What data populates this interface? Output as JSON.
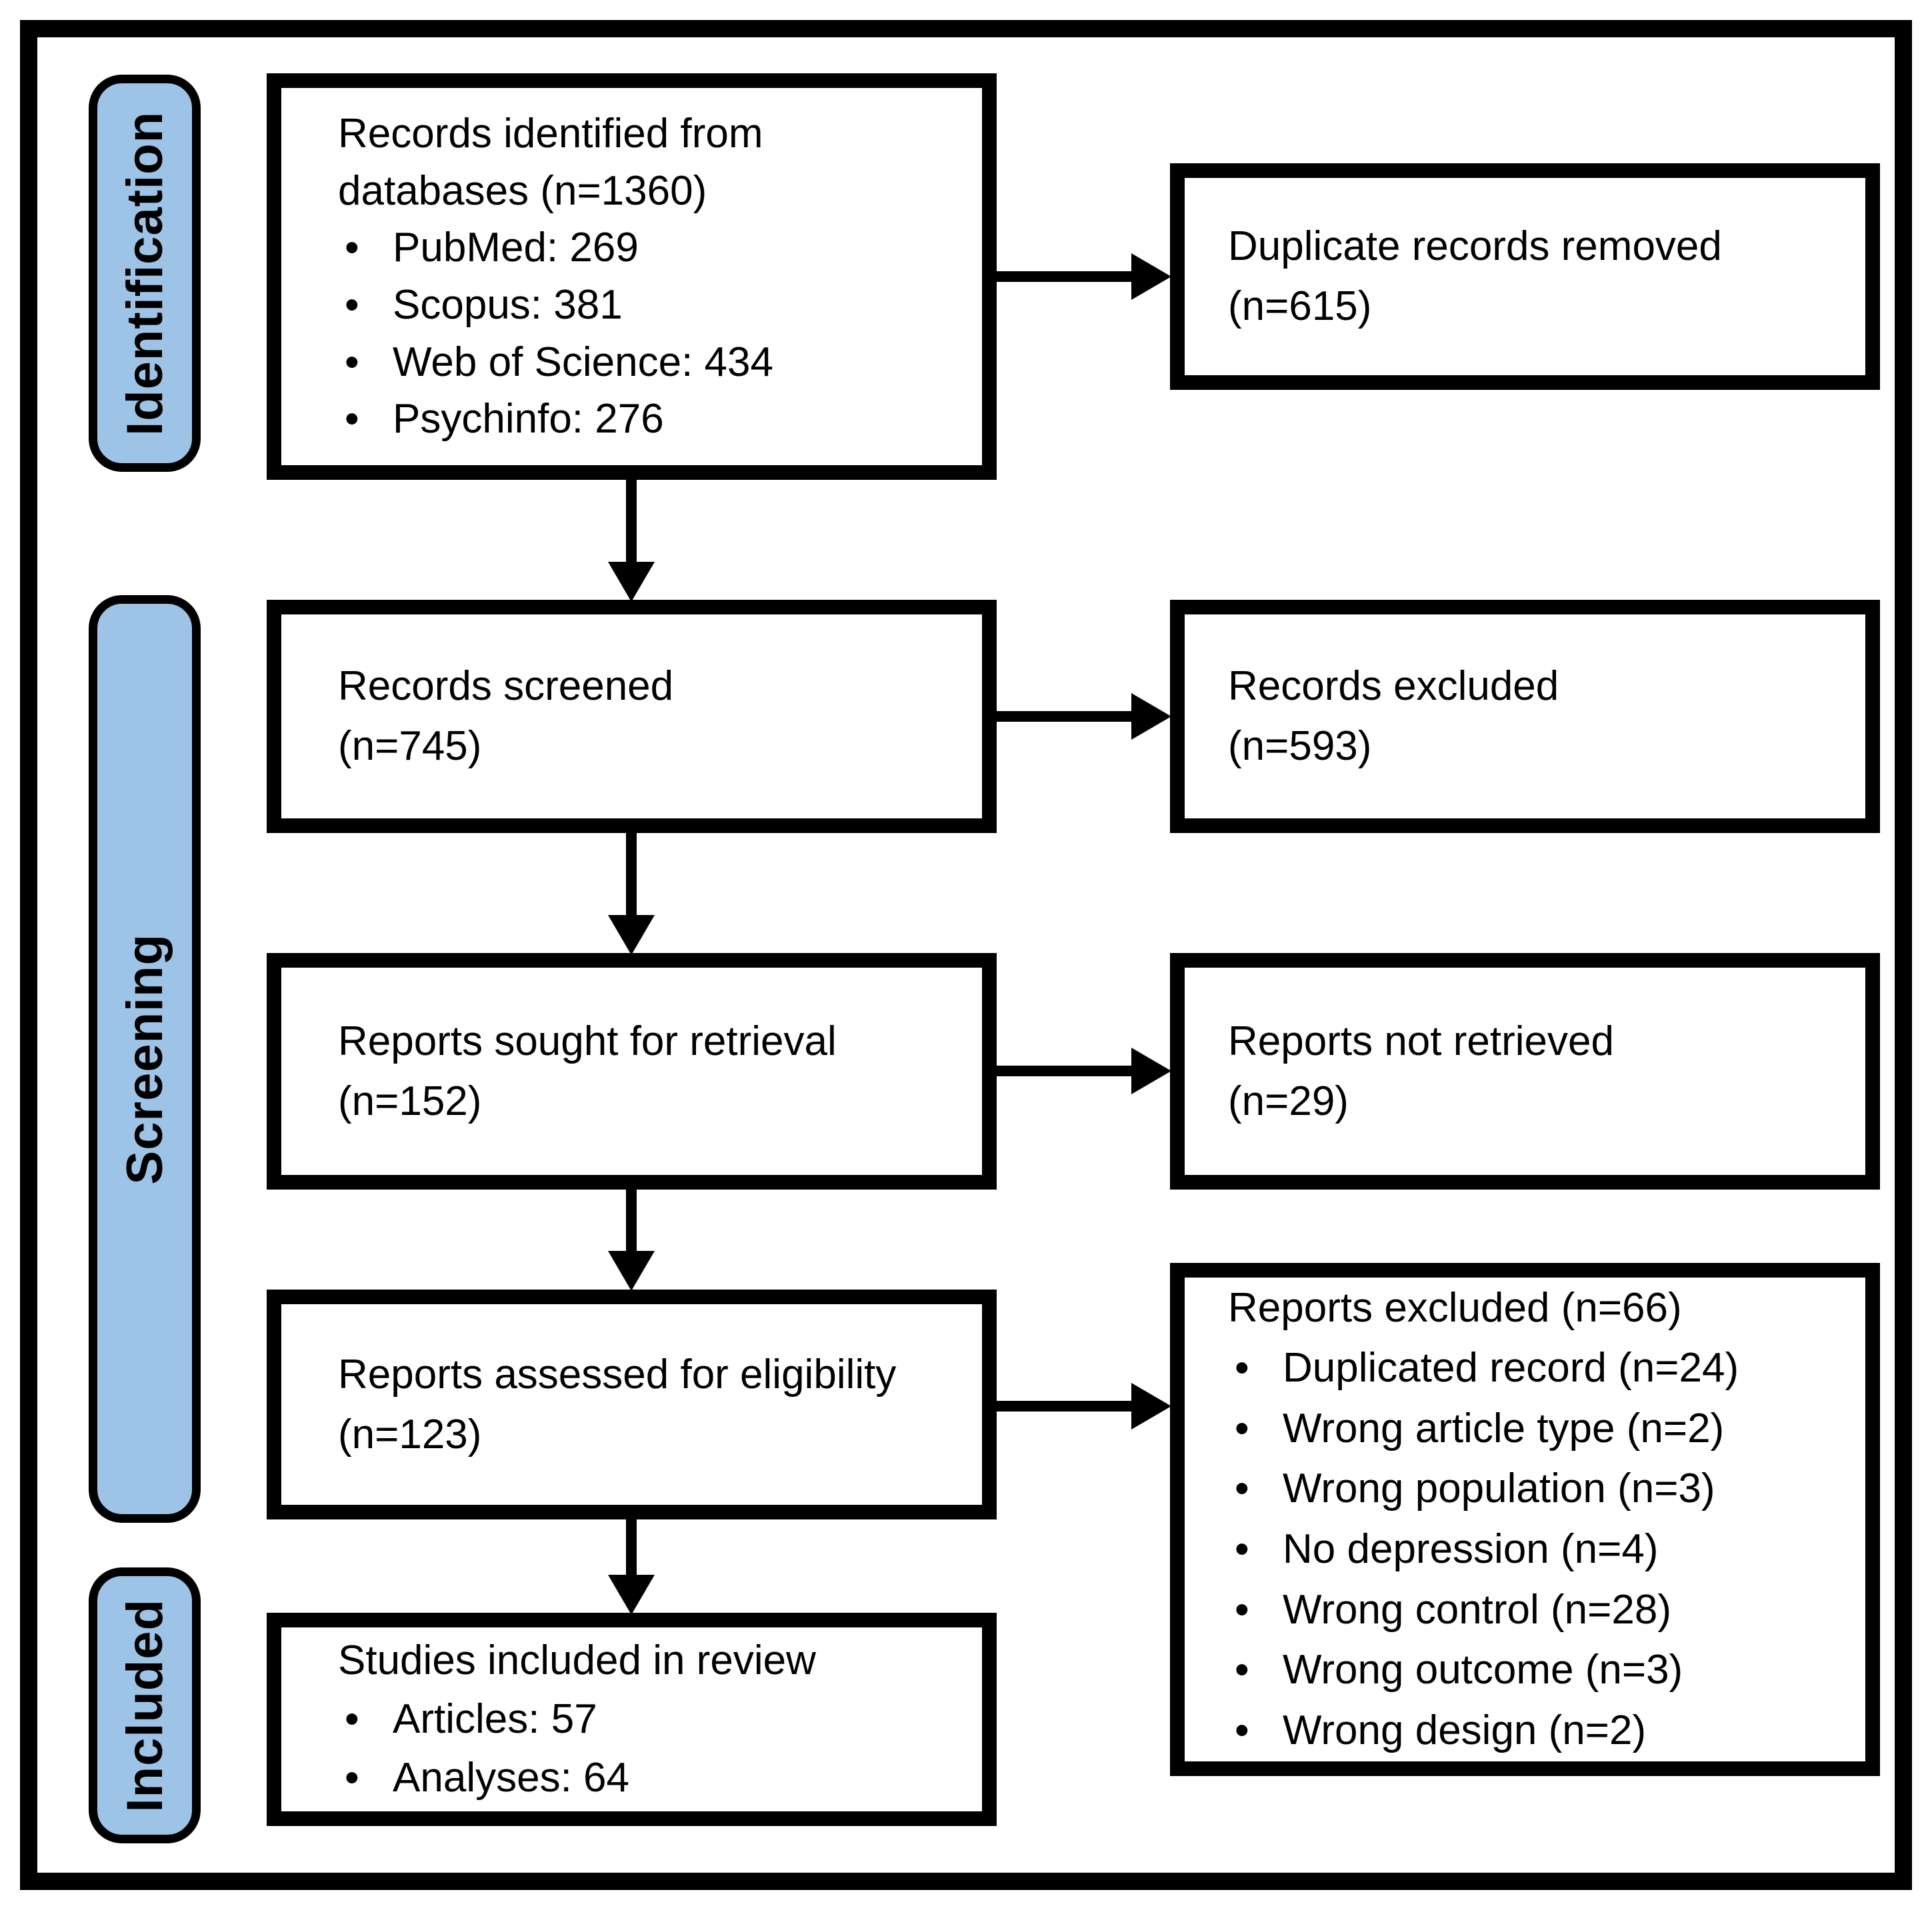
{
  "stage_labels": {
    "identification": "Identification",
    "screening": "Screening",
    "included": "Included"
  },
  "boxes": {
    "records_identified": {
      "line1": "Records identified from",
      "line2": "databases (n=1360)",
      "bullets": [
        "PubMed: 269",
        "Scopus: 381",
        "Web of Science: 434",
        "Psychinfo: 276"
      ]
    },
    "duplicates_removed": {
      "line1": "Duplicate records removed",
      "line2": "(n=615)"
    },
    "records_screened": {
      "line1": "Records screened",
      "line2": "(n=745)"
    },
    "records_excluded": {
      "line1": "Records excluded",
      "line2": "(n=593)"
    },
    "reports_sought": {
      "line1": "Reports sought for retrieval",
      "line2": "(n=152)"
    },
    "reports_not_retrieved": {
      "line1": "Reports not retrieved",
      "line2": "(n=29)"
    },
    "reports_assessed": {
      "line1": "Reports assessed for eligibility",
      "line2": "(n=123)"
    },
    "reports_excluded": {
      "title": "Reports excluded (n=66)",
      "bullets": [
        "Duplicated record (n=24)",
        "Wrong article type (n=2)",
        "Wrong population (n=3)",
        "No depression (n=4)",
        "Wrong control (n=28)",
        "Wrong outcome (n=3)",
        "Wrong design (n=2)"
      ]
    },
    "studies_included": {
      "title": "Studies included in review",
      "bullets": [
        "Articles: 57",
        "Analyses: 64"
      ]
    }
  },
  "colors": {
    "stage_label_fill": "#9DC3E6",
    "box_border": "#000000",
    "background": "#FFFFFF"
  }
}
